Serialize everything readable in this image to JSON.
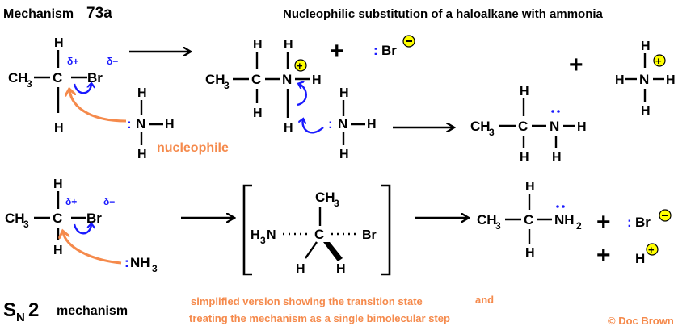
{
  "title": "Mechanism 73a",
  "title_prefix": "Mechanism",
  "title_number": "73a",
  "heading": "Nucleophilic substitution of a haloalkane with ammonia",
  "atoms": {
    "H": "H",
    "C": "C",
    "N": "N",
    "Br": "Br",
    "CH3": "CH",
    "sub3": "3",
    "NH": "NH",
    "H3N": "H",
    "sub2": "2",
    "plus": "+",
    "minus": "−",
    "colon": ":"
  },
  "partial_charges": {
    "delta_plus": "δ+",
    "delta_minus": "δ−"
  },
  "labels": {
    "nucleophile": "nucleophile",
    "note_line1": "simplified version showing the transition state",
    "note_and": "and",
    "note_line2": "treating the mechanism as a single bimolecular step",
    "sn2_S": "S",
    "sn2_N": "N",
    "sn2_2": "2",
    "sn2_mechanism": "mechanism",
    "copyright": "© Doc Brown"
  },
  "colors": {
    "text": "#000000",
    "electron_arrow": "#1a1aff",
    "nucleophile_arrow": "#f58a4c",
    "charge_badge": "#ffff00"
  }
}
